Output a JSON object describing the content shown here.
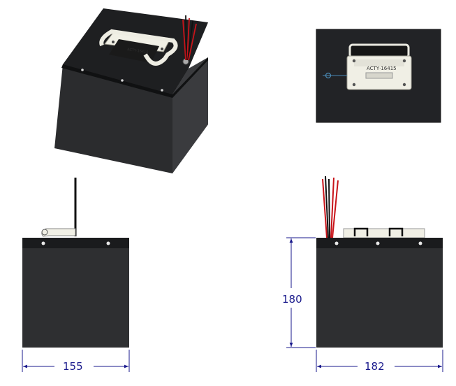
{
  "drawing": {
    "views": [
      "isometric",
      "top",
      "front",
      "side"
    ],
    "colors": {
      "body": "#2d2e30",
      "body_top": "#1f2022",
      "handle": "#efeee4",
      "dimension": "#1a1a8c",
      "wire_red": "#c8141a",
      "wire_black": "#111111"
    },
    "dimensions": {
      "width_front": "155",
      "width_side": "182",
      "height_side": "180"
    },
    "handle_text": "ACTY·16415"
  }
}
